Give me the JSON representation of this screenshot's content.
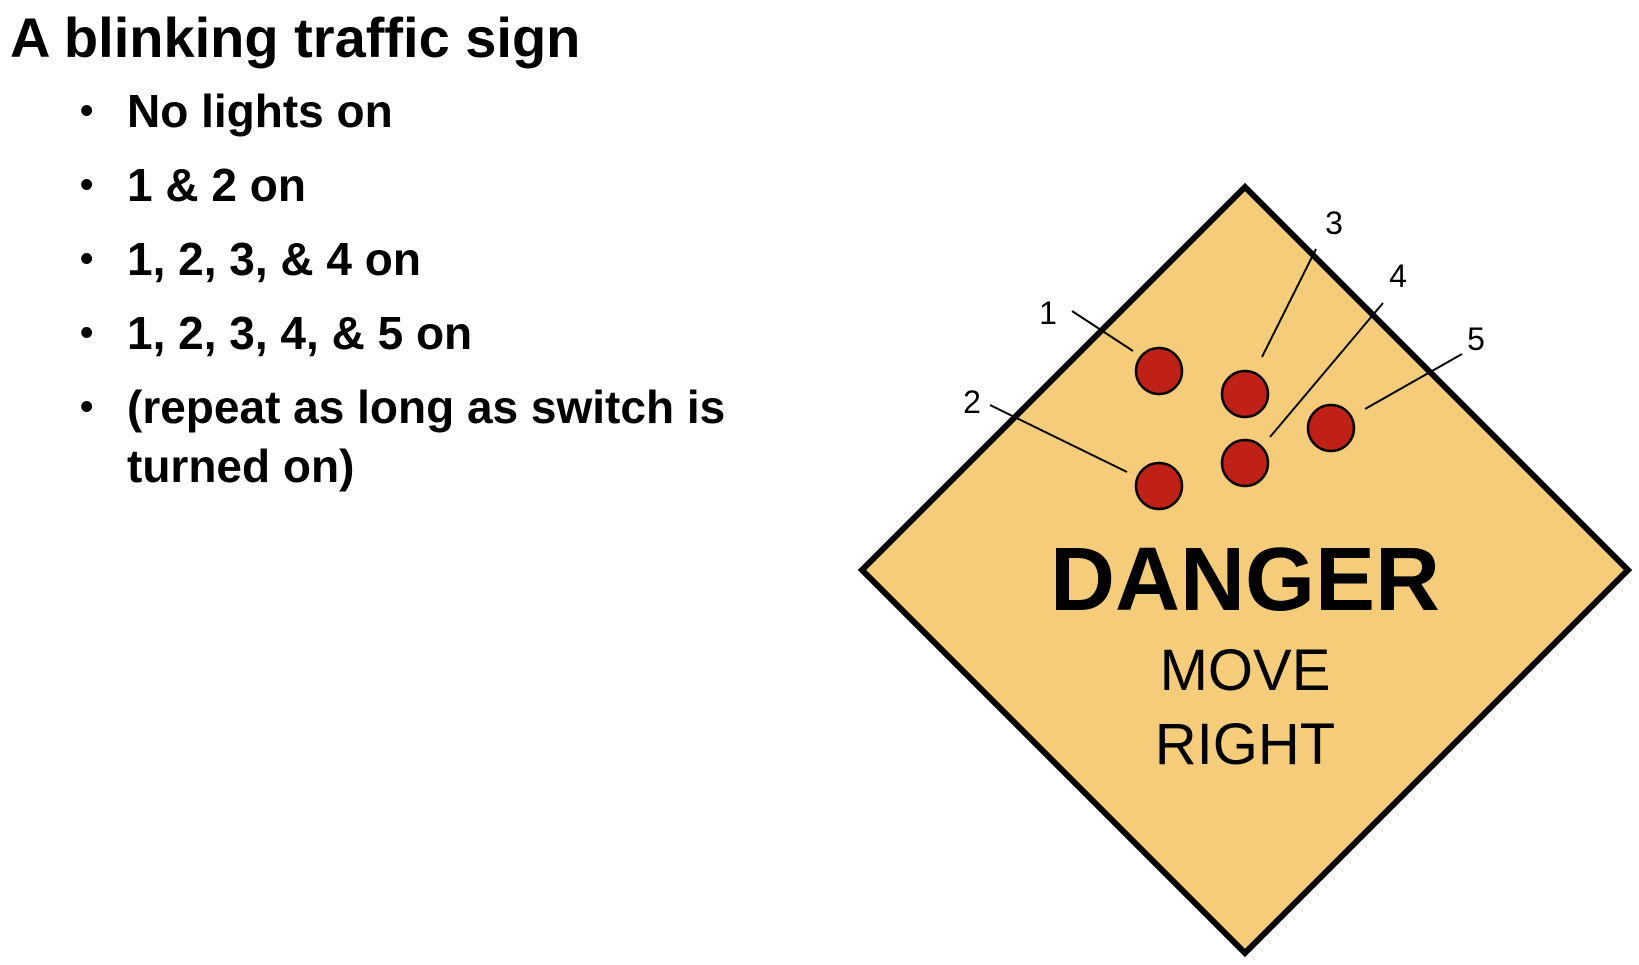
{
  "slide": {
    "title": "A blinking traffic sign",
    "bullets": [
      "No lights on",
      "1 & 2 on",
      "1, 2, 3, & 4 on",
      "1, 2, 3, 4, & 5 on",
      "(repeat as long as switch is turned on)"
    ]
  },
  "sign": {
    "heading": "DANGER",
    "line1": "MOVE",
    "line2": "RIGHT",
    "fill_color": "#F5CD7A",
    "border_color": "#000000",
    "light_color": "#BF2117",
    "light_labels": [
      "1",
      "2",
      "3",
      "4",
      "5"
    ]
  }
}
